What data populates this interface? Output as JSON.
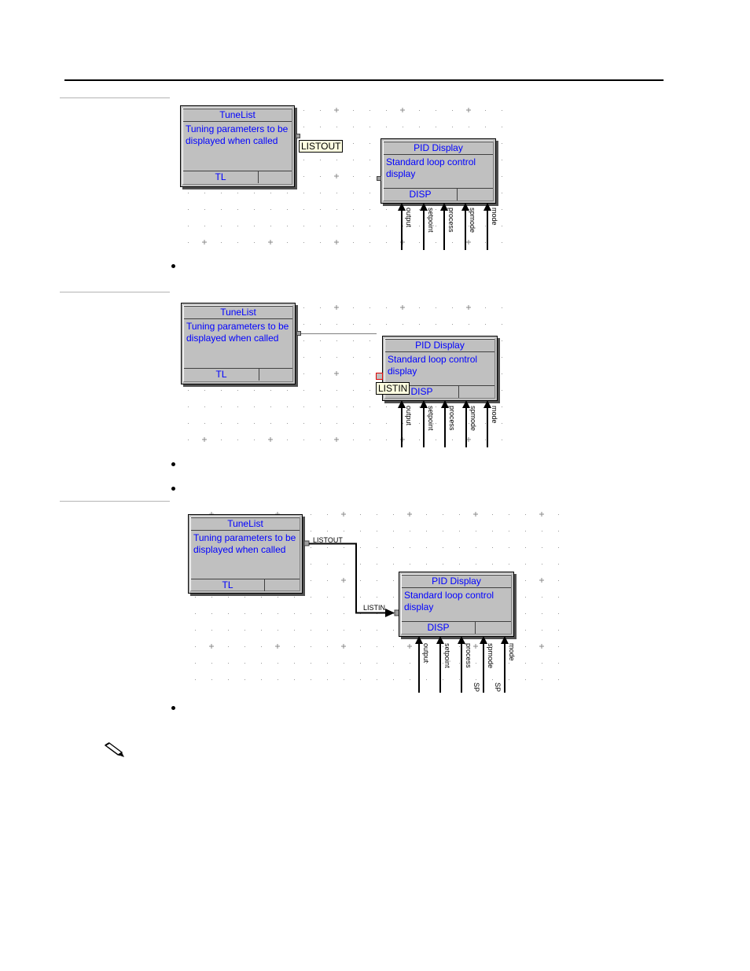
{
  "figures": [
    {
      "tunelist": {
        "title": "TuneList",
        "desc": "Tuning parameters to be displayed when called",
        "footer": "TL"
      },
      "pid": {
        "title": "PID Display",
        "desc": "Standard loop control display",
        "footer": "DISP"
      },
      "tooltip": "LISTOUT",
      "pins": [
        "output",
        "setpoint",
        "process",
        "spmode",
        "mode"
      ]
    },
    {
      "tunelist": {
        "title": "TuneList",
        "desc": "Tuning parameters to be displayed when called",
        "footer": "TL"
      },
      "pid": {
        "title": "PID Display",
        "desc": "Standard loop control display",
        "footer": "DISP"
      },
      "tooltip": "LISTIN",
      "pins": [
        "output",
        "setpoint",
        "process",
        "spmode",
        "mode"
      ]
    },
    {
      "tunelist": {
        "title": "TuneList",
        "desc": "Tuning parameters to be displayed when called",
        "footer": "TL"
      },
      "pid": {
        "title": "PID Display",
        "desc": "Standard loop control display",
        "footer": "DISP"
      },
      "out_label": "LISTOUT",
      "in_label": "LISTIN",
      "pins": [
        "output",
        "setpoint",
        "process",
        "spmode",
        "mode"
      ],
      "pin_tails": [
        "SP",
        "SP"
      ]
    }
  ],
  "icons": {
    "note": "pencil-icon"
  },
  "colors": {
    "block_fill": "#c0c0c0",
    "block_text": "#0000ff",
    "grid_dot": "#9a9a9a",
    "tooltip_bg": "#ffffe0"
  }
}
